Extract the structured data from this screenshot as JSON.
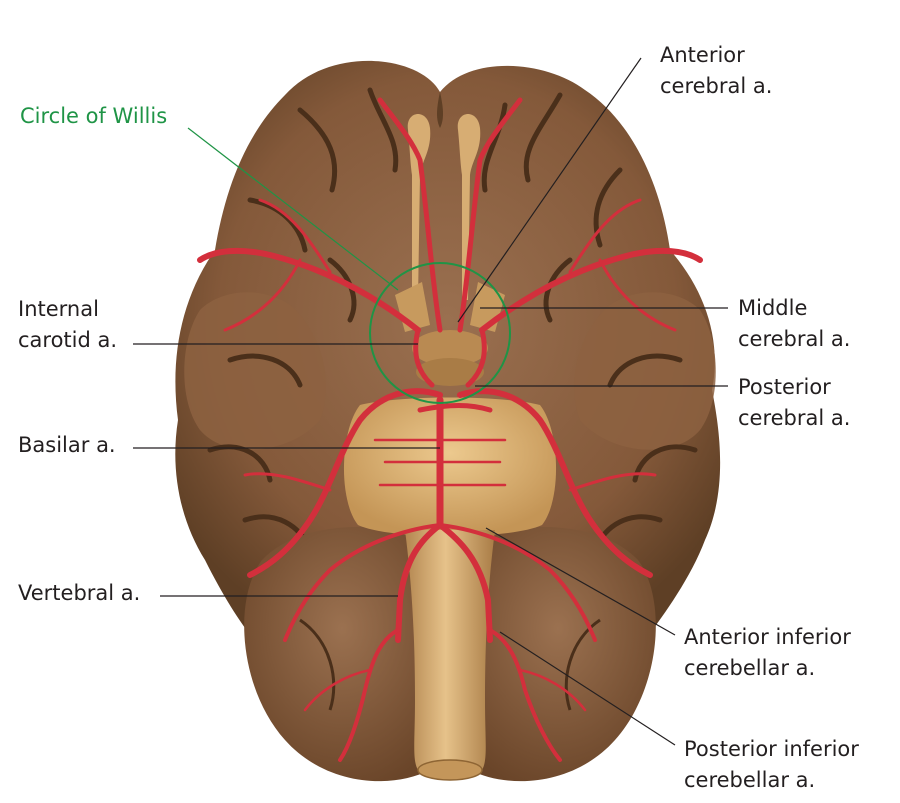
{
  "labels": {
    "circle_of_willis": "Circle of Willis",
    "anterior_cerebral": [
      "Anterior",
      "cerebral a."
    ],
    "internal_carotid": [
      "Internal",
      "carotid a."
    ],
    "middle_cerebral": [
      "Middle",
      "cerebral a."
    ],
    "posterior_cerebral": [
      "Posterior",
      "cerebral a."
    ],
    "basilar": "Basilar a.",
    "vertebral": "Vertebral a.",
    "anterior_inferior_cerebellar": [
      "Anterior inferior",
      "cerebellar a."
    ],
    "posterior_inferior_cerebellar": [
      "Posterior inferior",
      "cerebellar a."
    ]
  },
  "colors": {
    "brain": "#8a6140",
    "brain_shadow": "#5e3f25",
    "sulcus": "#4a2f1a",
    "artery": "#d32f3c",
    "brainstem": "#d4a86a",
    "highlight_circle": "#1f9446",
    "leader_line": "#231f20"
  }
}
